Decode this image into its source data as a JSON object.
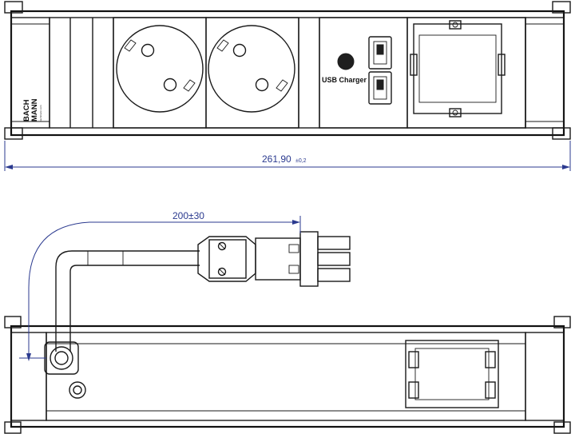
{
  "dimensions": {
    "total_length_value": "261,90",
    "total_length_tolerance": "±0,2",
    "cable_length": "200±30"
  },
  "labels": {
    "usb_module": "USB Charger",
    "brand_line1": "BACH",
    "brand_line2": "MANN",
    "brand_subtitle": "bachmann.com"
  },
  "colors": {
    "line": "#1a1a1a",
    "dimension": "#2b3a8f",
    "background": "#ffffff"
  }
}
